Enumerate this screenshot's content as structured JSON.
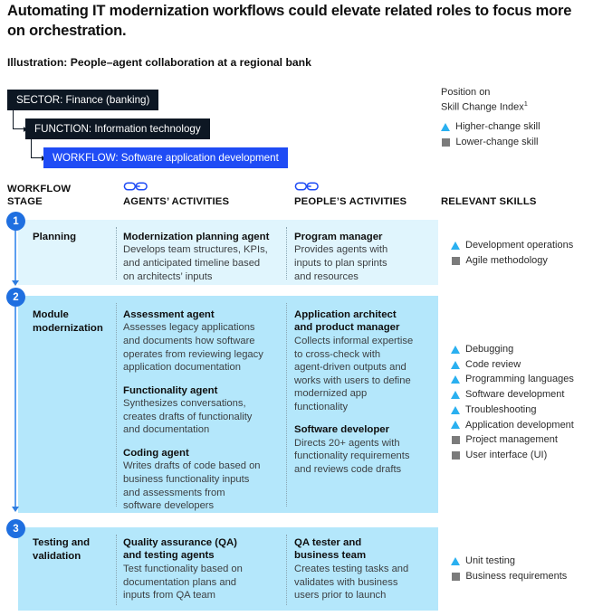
{
  "headline": "Automating IT modernization workflows could elevate related roles to focus more on orchestration.",
  "subhead": "Illustration: People–agent collaboration at a regional bank",
  "breadcrumb": {
    "sector": "SECTOR: Finance (banking)",
    "function": "FUNCTION: Information technology",
    "workflow": "WORKFLOW: Software application development"
  },
  "legend": {
    "title_line1": "Position on",
    "title_line2": "Skill Change Index",
    "footnote_marker": "1",
    "higher": "Higher-change skill",
    "lower": "Lower-change skill",
    "higher_color": "#2ab0f0",
    "lower_color": "#7b7b7b"
  },
  "columns": {
    "stage": "WORKFLOW\nSTAGE",
    "agents": "AGENTS’ ACTIVITIES",
    "people": "PEOPLE’S  ACTIVITIES",
    "skills": "RELEVANT SKILLS"
  },
  "rows": [
    {
      "step": "1",
      "stage": "Planning",
      "agents": [
        {
          "title": "Modernization planning agent",
          "desc": "Develops team structures, KPIs,\nand anticipated timeline based\non architects’ inputs"
        }
      ],
      "people": [
        {
          "title": "Program manager",
          "desc": "Provides agents with\ninputs to plan sprints\nand resources"
        }
      ],
      "skills": [
        {
          "label": "Development operations",
          "type": "higher"
        },
        {
          "label": "Agile methodology",
          "type": "lower"
        }
      ]
    },
    {
      "step": "2",
      "stage": "Module\nmodernization",
      "agents": [
        {
          "title": "Assessment agent",
          "desc": "Assesses legacy applications\nand documents how software\noperates from reviewing legacy\napplication documentation"
        },
        {
          "title": "Functionality agent",
          "desc": "Synthesizes conversations,\ncreates drafts of functionality\nand documentation"
        },
        {
          "title": "Coding agent",
          "desc": "Writes drafts of code based on\nbusiness functionality inputs\nand assessments from\nsoftware developers"
        }
      ],
      "people": [
        {
          "title": "Application architect\nand product manager",
          "desc": "Collects informal expertise\nto cross-check with\nagent-driven outputs and\nworks with users to define\nmodernized app\nfunctionality"
        },
        {
          "title": "Software developer",
          "desc": "Directs 20+ agents with\nfunctionality requirements\nand reviews code drafts"
        }
      ],
      "skills": [
        {
          "label": "Debugging",
          "type": "higher"
        },
        {
          "label": "Code review",
          "type": "higher"
        },
        {
          "label": "Programming languages",
          "type": "higher"
        },
        {
          "label": "Software development",
          "type": "higher"
        },
        {
          "label": "Troubleshooting",
          "type": "higher"
        },
        {
          "label": "Application development",
          "type": "higher"
        },
        {
          "label": "Project management",
          "type": "lower"
        },
        {
          "label": "User interface (UI)",
          "type": "lower"
        }
      ]
    },
    {
      "step": "3",
      "stage": "Testing and\nvalidation",
      "agents": [
        {
          "title": "Quality assurance (QA)\nand testing agents",
          "desc": "Test functionality based on\ndocumentation plans and\ninputs from QA team"
        }
      ],
      "people": [
        {
          "title": "QA tester and\nbusiness team",
          "desc": "Creates testing tasks and\nvalidates with business\nusers prior to launch"
        }
      ],
      "skills": [
        {
          "label": "Unit testing",
          "type": "higher"
        },
        {
          "label": "Business requirements",
          "type": "lower"
        }
      ]
    }
  ],
  "colors": {
    "band_light": "#e0f5fd",
    "band_strong": "#b4e7fb",
    "dark_chip": "#0d1723",
    "blue_chip": "#1f4cf5",
    "step_blue": "#1f6fe0"
  }
}
